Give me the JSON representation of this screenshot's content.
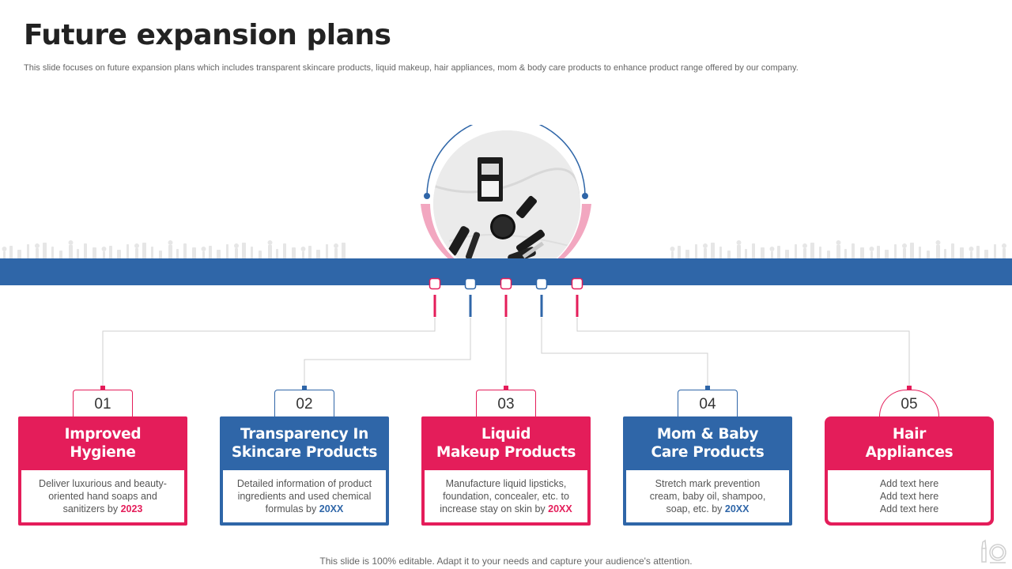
{
  "slide": {
    "title": "Future expansion plans",
    "subtitle": "This slide focuses on future expansion plans which includes transparent skincare products, liquid makeup, hair appliances, mom & body care products to enhance product range offered by our company.",
    "footer": "This slide is 100% editable. Adapt it to your needs and capture your audience's attention."
  },
  "colors": {
    "pink": "#e41d5a",
    "blue": "#2f66a8",
    "light_pink": "#f2a7c0"
  },
  "cards": [
    {
      "number": "01",
      "title_line1": "Improved",
      "title_line2": "Hygiene",
      "color": "pink",
      "body": [
        "Deliver luxurious and beauty-",
        "oriented hand soaps and"
      ],
      "last_text": "sanitizers by ",
      "highlight": "2023"
    },
    {
      "number": "02",
      "title_line1": "Transparency In",
      "title_line2": "Skincare Products",
      "color": "blue",
      "body": [
        "Detailed information of product",
        "ingredients and used chemical"
      ],
      "last_text": "formulas  by ",
      "highlight": "20XX"
    },
    {
      "number": "03",
      "title_line1": "Liquid",
      "title_line2": "Makeup Products",
      "color": "pink",
      "body": [
        "Manufacture liquid lipsticks,",
        "foundation, concealer, etc. to"
      ],
      "last_text": "increase stay on skin by ",
      "highlight": "20XX"
    },
    {
      "number": "04",
      "title_line1": "Mom & Baby",
      "title_line2": "Care Products",
      "color": "blue",
      "body": [
        "Stretch mark prevention",
        "cream, baby oil, shampoo,"
      ],
      "last_text": "soap, etc. by ",
      "highlight": "20XX"
    },
    {
      "number": "05",
      "title_line1": "Hair",
      "title_line2": "Appliances",
      "color": "pink",
      "body": [
        "Add text here",
        "Add text here"
      ],
      "last_text": "Add text here",
      "highlight": ""
    }
  ]
}
